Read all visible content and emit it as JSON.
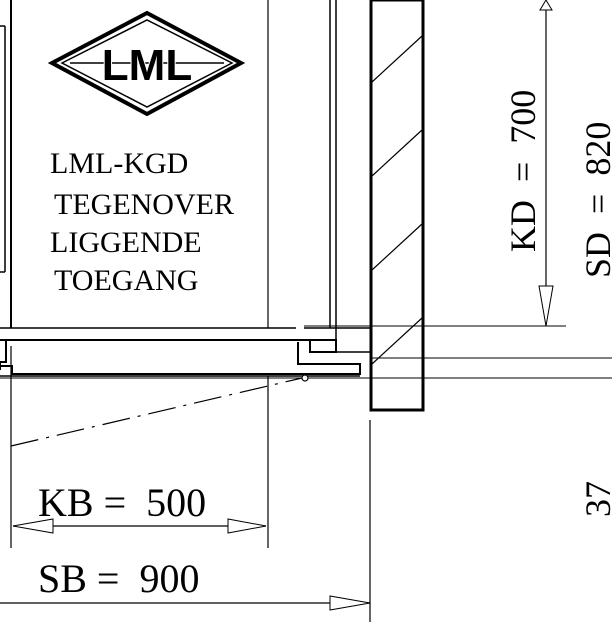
{
  "logo": {
    "text": "LML"
  },
  "description": [
    "LML-KGD",
    "TEGENOVER",
    "LIGGENDE",
    "TOEGANG"
  ],
  "dimensions": {
    "kb": "KB =  500",
    "sb": "SB =  900",
    "kd": "KD  =  700",
    "sd": "SD  =  820",
    "side_value": "37"
  }
}
